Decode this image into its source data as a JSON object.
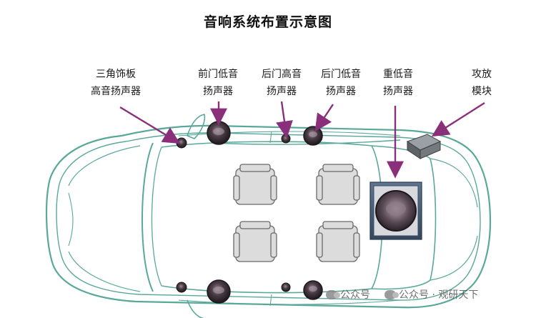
{
  "title": "音响系统布置示意图",
  "labels": {
    "a_pillar_tweeter": [
      "三角饰板",
      "高音扬声器"
    ],
    "front_door_woofer": [
      "前门低音",
      "扬声器"
    ],
    "rear_door_tweeter": [
      "后门高音",
      "扬声器"
    ],
    "rear_door_woofer": [
      "后门低音",
      "扬声器"
    ],
    "subwoofer": [
      "重低音",
      "扬声器"
    ],
    "amplifier": [
      "攻放",
      "模块"
    ]
  },
  "watermark": {
    "text_1": "公众号",
    "text_2": "公众号 · 观研天下"
  },
  "colors": {
    "car_outline": "#5aa89a",
    "arrow": "#8a2f7a",
    "speaker_dark": "#2a2228",
    "speaker_mid": "#6d5c68",
    "seat": "#d9d9d9",
    "sub_box": "#3e5470"
  }
}
